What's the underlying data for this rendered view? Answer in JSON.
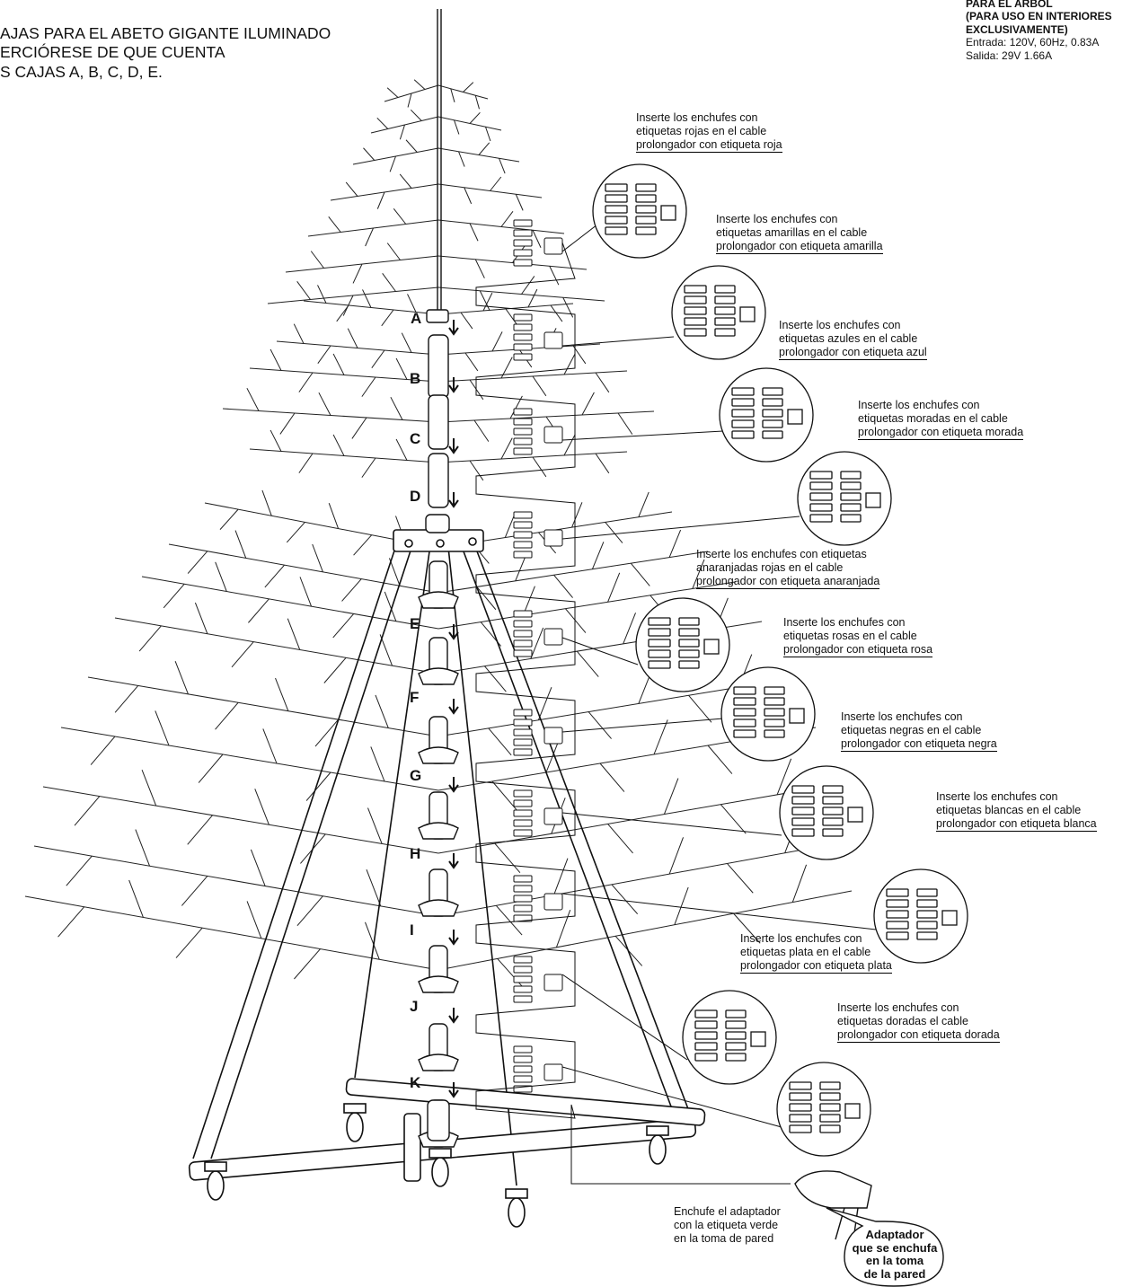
{
  "header_left": {
    "lines": [
      "AJAS PARA EL ABETO GIGANTE ILUMINADO",
      "ERCIÓRESE DE QUE CUENTA",
      "S CAJAS A, B, C, D, E."
    ]
  },
  "header_right": {
    "bold_lines": [
      "PARA EL ARBOL",
      "(PARA USO EN INTERIORES",
      "EXCLUSIVAMENTE)"
    ],
    "spec_lines": [
      "Entrada: 120V, 60Hz, 0.83A",
      "Salida: 29V 1.66A"
    ]
  },
  "section_letters": [
    "A",
    "B",
    "C",
    "D",
    "E",
    "F",
    "G",
    "H",
    "I",
    "J",
    "K"
  ],
  "instructions": [
    {
      "lines": [
        "Inserte los enchufes con",
        "etiquetas rojas en el cable",
        "prolongador con etiqueta roja"
      ]
    },
    {
      "lines": [
        "Inserte los enchufes con",
        "etiquetas amarillas en el cable",
        "prolongador con etiqueta amarilla"
      ]
    },
    {
      "lines": [
        "Inserte los enchufes con",
        "etiquetas azules en el cable",
        "prolongador con etiqueta azul"
      ]
    },
    {
      "lines": [
        "Inserte los enchufes con",
        "etiquetas moradas en el cable",
        "prolongador con etiqueta morada"
      ]
    },
    {
      "lines": [
        "Inserte los enchufes con etiquetas",
        "anaranjadas rojas en el cable",
        "prolongador con etiqueta anaranjada"
      ]
    },
    {
      "lines": [
        "Inserte los enchufes con",
        "etiquetas rosas en el cable",
        "prolongador con etiqueta rosa"
      ]
    },
    {
      "lines": [
        "Inserte los enchufes con",
        "etiquetas negras en el cable",
        "prolongador con etiqueta negra"
      ]
    },
    {
      "lines": [
        "Inserte los enchufes con",
        "etiquetas blancas en el cable",
        "prolongador con etiqueta blanca"
      ]
    },
    {
      "lines": [
        "Inserte los enchufes con",
        "etiquetas plata en el cable",
        "prolongador con etiqueta plata"
      ]
    },
    {
      "lines": [
        "Inserte los enchufes con",
        "etiquetas doradas el cable",
        "prolongador con etiqueta dorada"
      ]
    }
  ],
  "adapter_note": {
    "lines": [
      "Enchufe el adaptador",
      "con la etiqueta verde",
      "en la toma de pared"
    ]
  },
  "adapter_bubble": {
    "lines": [
      "Adaptador",
      "que se enchufa",
      "en la toma",
      "de la pared"
    ]
  }
}
